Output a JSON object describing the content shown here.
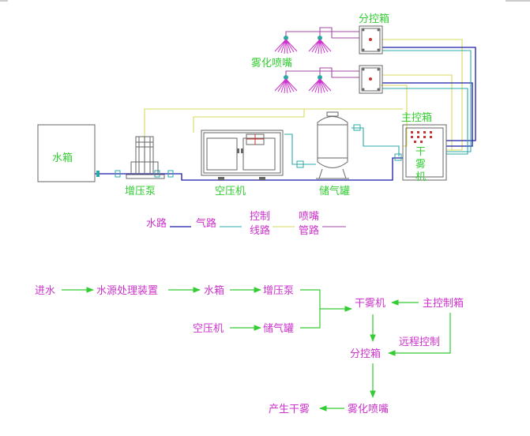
{
  "system": {
    "water_tank": "水箱",
    "booster_pump": "增压泵",
    "air_compressor": "空压机",
    "air_tank": "储气罐",
    "main_control_box": "主控箱",
    "dry_fog_machine": [
      "干",
      "雾",
      "机"
    ],
    "sub_control_box": "分控箱",
    "atomizing_nozzle": "雾化喷嘴"
  },
  "legend": {
    "water": "水路",
    "air": "气路",
    "control": [
      "控制",
      "线路"
    ],
    "nozzle": [
      "喷嘴",
      "管路"
    ],
    "colors": {
      "water": "#1a1aa6",
      "air": "#2aa8a8",
      "control": "#d8d860",
      "nozzle": "#cc33cc"
    }
  },
  "flowchart": {
    "inlet_water": "进水",
    "water_treatment": "水源处理装置",
    "water_tank": "水箱",
    "booster_pump": "增压泵",
    "air_compressor": "空压机",
    "air_tank": "储气罐",
    "dry_fog_machine": "干雾机",
    "main_control_box": "主控制箱",
    "remote_control": "远程控制",
    "sub_control_box": "分控箱",
    "atomizing_nozzle": "雾化喷嘴",
    "produce_dry_fog": "产生干雾"
  }
}
